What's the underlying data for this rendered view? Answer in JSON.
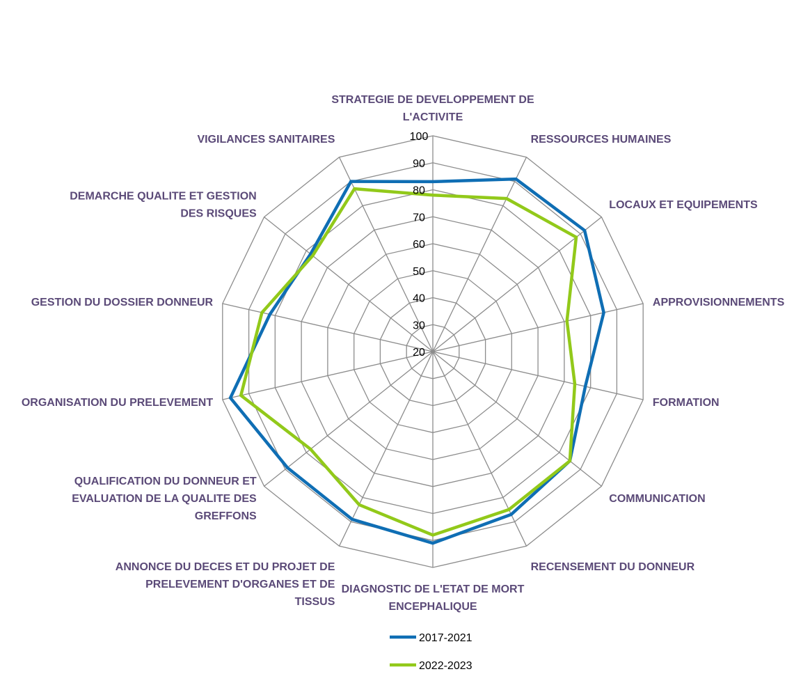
{
  "chart_data": {
    "type": "radar",
    "title": "",
    "rlim": [
      20,
      100
    ],
    "ticks": [
      20,
      30,
      40,
      50,
      60,
      70,
      80,
      90,
      100
    ],
    "grid": true,
    "legend_position": "bottom",
    "label_color": "#5B4A78",
    "grid_color": "#8C8C8C",
    "categories": [
      "STRATEGIE DE DEVELOPPEMENT DE L'ACTIVITE",
      "RESSOURCES HUMAINES",
      "LOCAUX ET EQUIPEMENTS",
      "APPROVISIONNEMENTS",
      "FORMATION",
      "COMMUNICATION",
      "RECENSEMENT DU DONNEUR",
      "DIAGNOSTIC DE L'ETAT DE MORT ENCEPHALIQUE",
      "ANNONCE DU DECES ET DU PROJET DE PRELEVEMENT D'ORGANES ET DE TISSUS",
      "QUALIFICATION DU DONNEUR ET EVALUATION DE LA QUALITE DES GREFFONS",
      "ORGANISATION DU PRELEVEMENT",
      "GESTION DU DOSSIER DONNEUR",
      "DEMARCHE QUALITE ET GESTION DES RISQUES",
      "VIGILANCES SANITAIRES"
    ],
    "series": [
      {
        "name": "2017-2021",
        "color": "#0F6EB4",
        "values": [
          83,
          91,
          92,
          85,
          78,
          85,
          87,
          91,
          89,
          89,
          97,
          82,
          78,
          90
        ]
      },
      {
        "name": "2022-2023",
        "color": "#92C91A",
        "values": [
          78,
          83,
          88,
          71,
          74,
          85,
          85,
          88,
          83,
          78,
          93,
          85,
          77,
          87
        ]
      }
    ]
  }
}
